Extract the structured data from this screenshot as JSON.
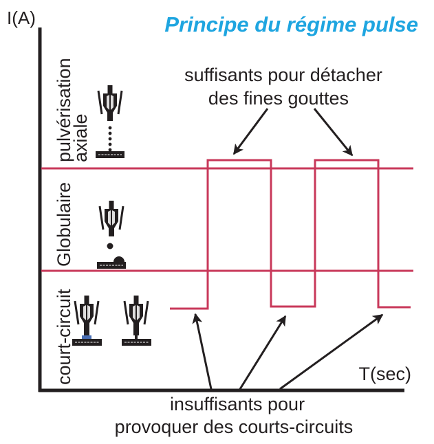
{
  "title": "Principe du régime pulse",
  "colors": {
    "title": "#1ea5e0",
    "waveform": "#c8385a",
    "axis": "#231f20",
    "short_circuit_bridge": "#4a6fb5"
  },
  "axes": {
    "y_label": "I(A)",
    "x_label": "T(sec)"
  },
  "regimes": [
    {
      "id": "spray",
      "label_line1": "pulvérisation",
      "label_line2": "axiale",
      "icon": "torch-spray-transfer-icon"
    },
    {
      "id": "globular",
      "label_line1": "Globulaire",
      "label_line2": "",
      "icon": "torch-globular-transfer-icon"
    },
    {
      "id": "short-circuit",
      "label_line1": "court-circuit",
      "label_line2": "",
      "icon": "torch-short-circuit-icon"
    }
  ],
  "annotations": {
    "top_line1": "suffisants pour détacher",
    "top_line2": "des fines gouttes",
    "bottom_line1": "insuffisants pour",
    "bottom_line2": "provoquer des courts-circuits"
  },
  "chart_data": {
    "type": "line",
    "title": "Principe du régime pulse",
    "xlabel": "T(sec)",
    "ylabel": "I(A)",
    "description": "Pulsed current square wave: base current in short-circuit zone, peak current in axial-spray zone",
    "levels": {
      "base_current": "court-circuit zone",
      "peak_current": "pulvérisation axiale zone"
    },
    "zone_thresholds": [
      "globular/spray transition",
      "short-circuit/globular transition"
    ],
    "waveform_sequence": [
      "base",
      "peak",
      "base",
      "peak",
      "base"
    ],
    "pulse_count": 2,
    "grid": false,
    "legend": "none"
  }
}
